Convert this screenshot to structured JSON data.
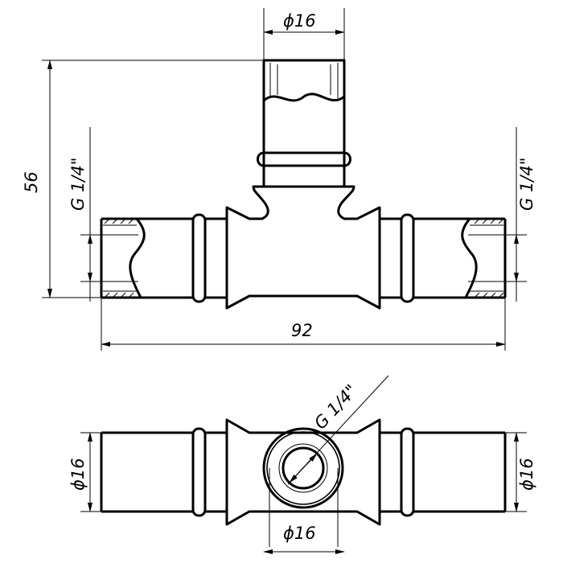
{
  "drawing": {
    "top_view": {
      "branch_diameter": "ϕ16",
      "height": "56",
      "left_thread": "G 1/4\"",
      "right_thread": "G 1/4\"",
      "length": "92"
    },
    "bottom_view": {
      "port_thread": "G 1/4\"",
      "left_diameter": "ϕ16",
      "right_diameter": "ϕ16",
      "bottom_diameter": "ϕ16"
    },
    "line_color": "#000000"
  }
}
